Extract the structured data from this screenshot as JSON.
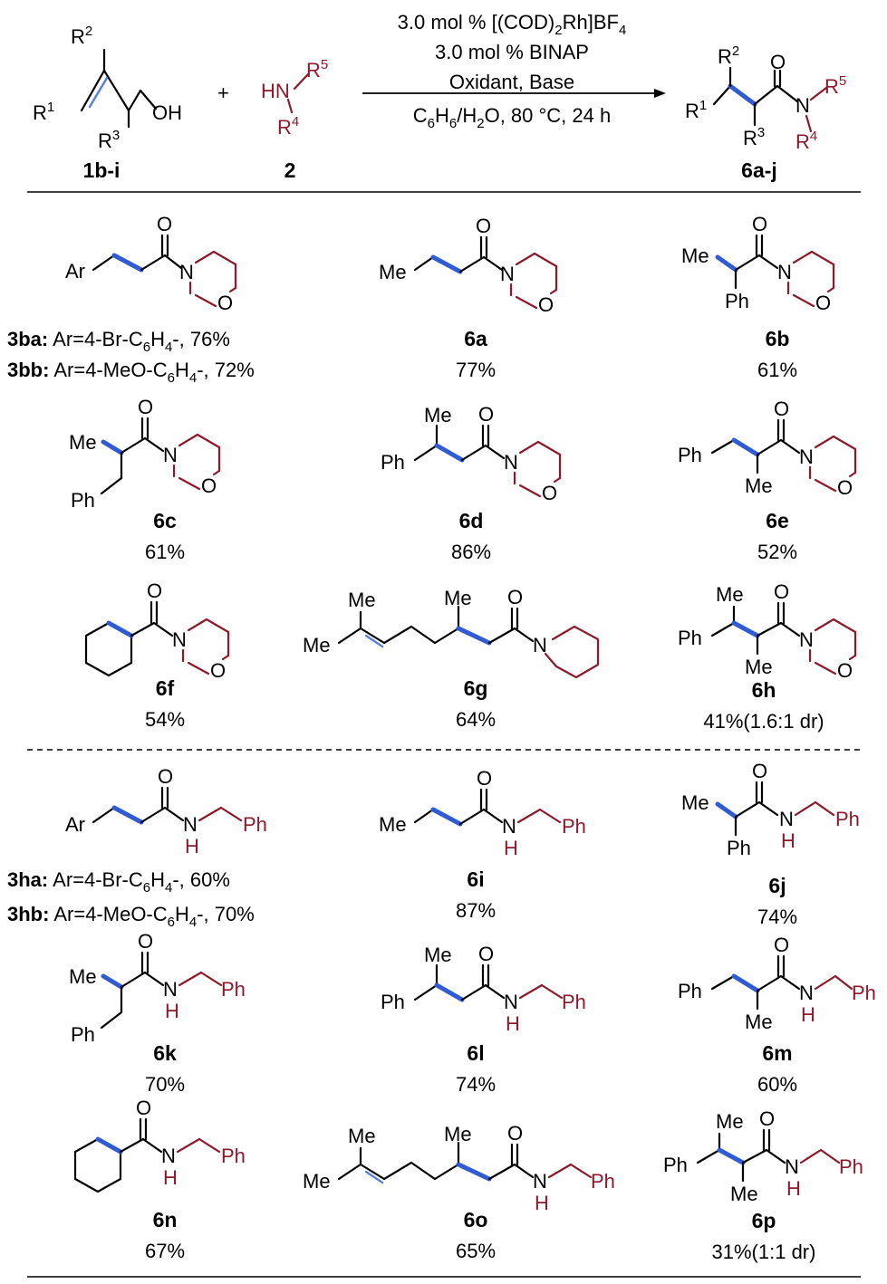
{
  "reaction": {
    "conditions": {
      "line1": "3.0 mol % [(COD)",
      "line1_sub": "2",
      "line1_tail": "Rh]BF",
      "line1_sub2": "4",
      "line2": "3.0 mol % BINAP",
      "line3": "Oxidant, Base",
      "line4_a": "C",
      "line4_sub1": "6",
      "line4_b": "H",
      "line4_sub2": "6",
      "line4_c": "/H",
      "line4_sub3": "2",
      "line4_d": "O, 80 °C, 24 h"
    },
    "reactant1": {
      "label": "1b-i",
      "r1": "R",
      "r1_sup": "1",
      "r2": "R",
      "r2_sup": "2",
      "r3": "R",
      "r3_sup": "3",
      "oh": "OH"
    },
    "plus": "+",
    "reactant2": {
      "label": "2",
      "hn": "HN",
      "r5": "R",
      "r5_sup": "5",
      "r4": "R",
      "r4_sup": "4"
    },
    "product": {
      "label": "6a-j",
      "r1": "R",
      "r1_sup": "1",
      "r2": "R",
      "r2_sup": "2",
      "r3": "R",
      "r3_sup": "3",
      "o": "O",
      "n": "N",
      "r5": "R",
      "r5_sup": "5",
      "r4": "R",
      "r4_sup": "4"
    }
  },
  "atoms": {
    "o": "O",
    "n": "N",
    "nh_h": "H",
    "ar": "Ar",
    "me": "Me",
    "ph": "Ph"
  },
  "compounds": {
    "3ba": {
      "label": "3ba:",
      "text": " Ar=4-Br-C",
      "sub": "6",
      "text2": "H",
      "sub2": "4",
      "text3": "-, 76%"
    },
    "3bb": {
      "label": "3bb:",
      "text": " Ar=4-MeO-C",
      "sub": "6",
      "text2": "H",
      "sub2": "4",
      "text3": "-, 72%"
    },
    "6a": {
      "label": "6a",
      "yield": "77%"
    },
    "6b": {
      "label": "6b",
      "yield": "61%"
    },
    "6c": {
      "label": "6c",
      "yield": "61%"
    },
    "6d": {
      "label": "6d",
      "yield": "86%"
    },
    "6e": {
      "label": "6e",
      "yield": "52%"
    },
    "6f": {
      "label": "6f",
      "yield": "54%"
    },
    "6g": {
      "label": "6g",
      "yield": "64%"
    },
    "6h": {
      "label": "6h",
      "yield": "41%(1.6:1 dr)"
    },
    "3ha": {
      "label": "3ha:",
      "text": " Ar=4-Br-C",
      "sub": "6",
      "text2": "H",
      "sub2": "4",
      "text3": "-, 60%"
    },
    "3hb": {
      "label": "3hb:",
      "text": " Ar=4-MeO-C",
      "sub": "6",
      "text2": "H",
      "sub2": "4",
      "text3": "-, 70%"
    },
    "6i": {
      "label": "6i",
      "yield": "87%"
    },
    "6j": {
      "label": "6j",
      "yield": "74%"
    },
    "6k": {
      "label": "6k",
      "yield": "70%"
    },
    "6l": {
      "label": "6l",
      "yield": "74%"
    },
    "6m": {
      "label": "6m",
      "yield": "60%"
    },
    "6n": {
      "label": "6n",
      "yield": "67%"
    },
    "6o": {
      "label": "6o",
      "yield": "65%"
    },
    "6p": {
      "label": "6p",
      "yield": "31%(1:1 dr)"
    }
  },
  "colors": {
    "bond": "#000000",
    "amine": "#8B1A2B",
    "highlight": "#2F5BD3"
  }
}
